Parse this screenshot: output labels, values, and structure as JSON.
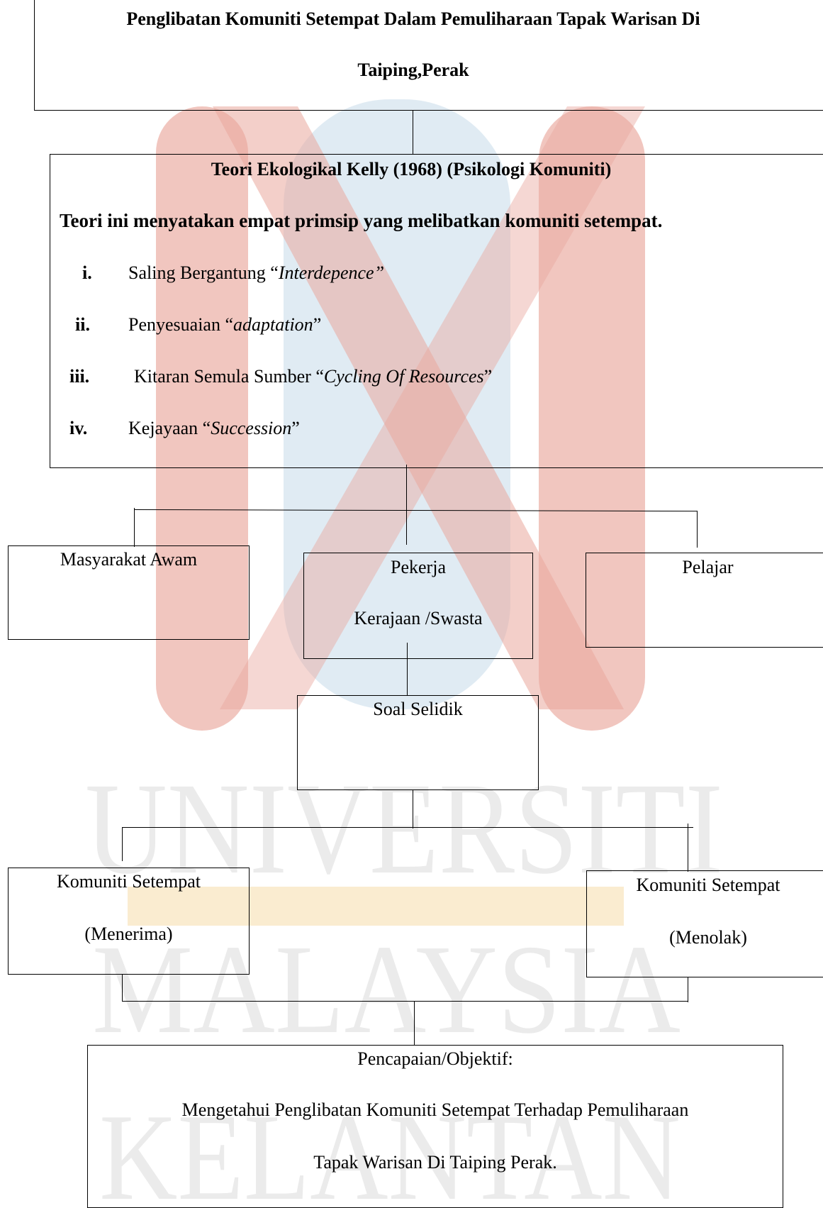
{
  "watermark": {
    "line1": "UNIVERSITI",
    "line2": "MALAYSIA",
    "line3": "KELANTAN",
    "colors": {
      "red": "#e9a79d",
      "blue": "#d6e4ef",
      "text": "#ebebeb",
      "bar": "#f7dfb0"
    }
  },
  "top_box": {
    "line1": "Penglibatan Komuniti Setempat Dalam Pemuliharaan Tapak Warisan Di",
    "line2": "Taiping,Perak"
  },
  "theory_box": {
    "title": "Teori Ekologikal Kelly (1968) (Psikologi Komuniti)",
    "statement": "Teori ini menyatakan empat primsip yang melibatkan komuniti setempat.",
    "principles": [
      {
        "num": "i.",
        "text": "Saling Bergantung “",
        "term": "Interdepence”",
        "close": ""
      },
      {
        "num": "ii.",
        "text": "Penyesuaian “",
        "term": "adaptation",
        "close": "”"
      },
      {
        "num": "iii.",
        "text": "Kitaran Semula Sumber “",
        "term": "Cycling Of Resources",
        "close": "”"
      },
      {
        "num": "iv.",
        "text": "Kejayaan “",
        "term": "Succession",
        "close": "”"
      }
    ]
  },
  "groups": {
    "left": "Masyarakat Awam",
    "middle_line1": "Pekerja",
    "middle_line2": "Kerajaan /Swasta",
    "right": "Pelajar"
  },
  "survey": "Soal Selidik",
  "outcomes": {
    "left_line1": "Komuniti Setempat",
    "left_line2": "(Menerima)",
    "right_line1": "Komuniti Setempat",
    "right_line2": "(Menolak)"
  },
  "objective": {
    "title": "Pencapaian/Objektif:",
    "line1": "Mengetahui Penglibatan Komuniti Setempat Terhadap Pemuliharaan",
    "line2": "Tapak Warisan Di Taiping Perak."
  }
}
